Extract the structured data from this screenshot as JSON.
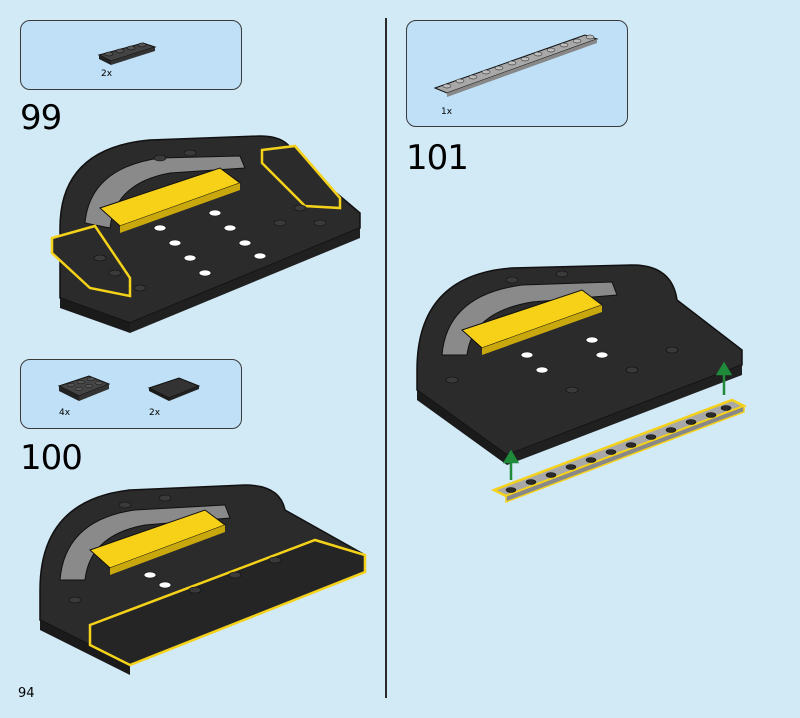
{
  "page_number": "94",
  "steps": [
    {
      "number": "99",
      "parts": [
        {
          "qty": "2x",
          "part": "black 1x4 plate"
        }
      ]
    },
    {
      "number": "100",
      "parts": [
        {
          "qty": "4x",
          "part": "black 2x3 plate"
        },
        {
          "qty": "2x",
          "part": "black 2x3 tile"
        }
      ]
    },
    {
      "number": "101",
      "parts": [
        {
          "qty": "1x",
          "part": "light grey 1x12 plate"
        }
      ]
    }
  ],
  "colors": {
    "background": "#d2e9f6",
    "parts_box": "#bfe0f6",
    "highlight": "#f5d21a",
    "brick_black": "#2b2b2b",
    "brick_yellow": "#f7d117",
    "arrow": "#1f8a3a"
  }
}
